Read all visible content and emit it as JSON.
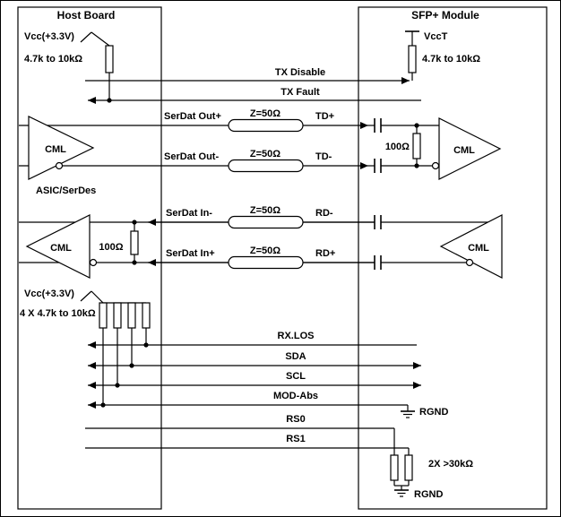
{
  "colors": {
    "ink": "#000000",
    "paper": "#ffffff"
  },
  "host": {
    "title": "Host Board",
    "vcc_top_label": "Vcc(+3.3V)",
    "vcc_top_value": "4.7k to 10kΩ",
    "asic_label": "ASIC/SerDes",
    "rx_termination": "100Ω",
    "vcc_bottom_label": "Vcc(+3.3V)",
    "vcc_bottom_value": "4 X 4.7k to 10kΩ"
  },
  "module": {
    "title": "SFP+ Module",
    "vcct_label": "VccT",
    "vcct_value": "4.7k to 10kΩ",
    "tx_termination": "100Ω",
    "rs_pulldown_value": "2X >30kΩ",
    "rgnd_label_1": "RGND",
    "rgnd_label_2": "RGND"
  },
  "buffers": {
    "cml_label": "CML"
  },
  "transmission_line_label": "Z=50Ω",
  "signals": {
    "tx_disable": "TX Disable",
    "tx_fault": "TX Fault",
    "serdat_out_p": "SerDat Out+",
    "serdat_out_n": "SerDat Out-",
    "td_p": "TD+",
    "td_n": "TD-",
    "serdat_in_n": "SerDat In-",
    "serdat_in_p": "SerDat In+",
    "rd_n": "RD-",
    "rd_p": "RD+",
    "rx_los": "RX.LOS",
    "sda": "SDA",
    "scl": "SCL",
    "mod_abs": "MOD-Abs",
    "rs0": "RS0",
    "rs1": "RS1"
  }
}
